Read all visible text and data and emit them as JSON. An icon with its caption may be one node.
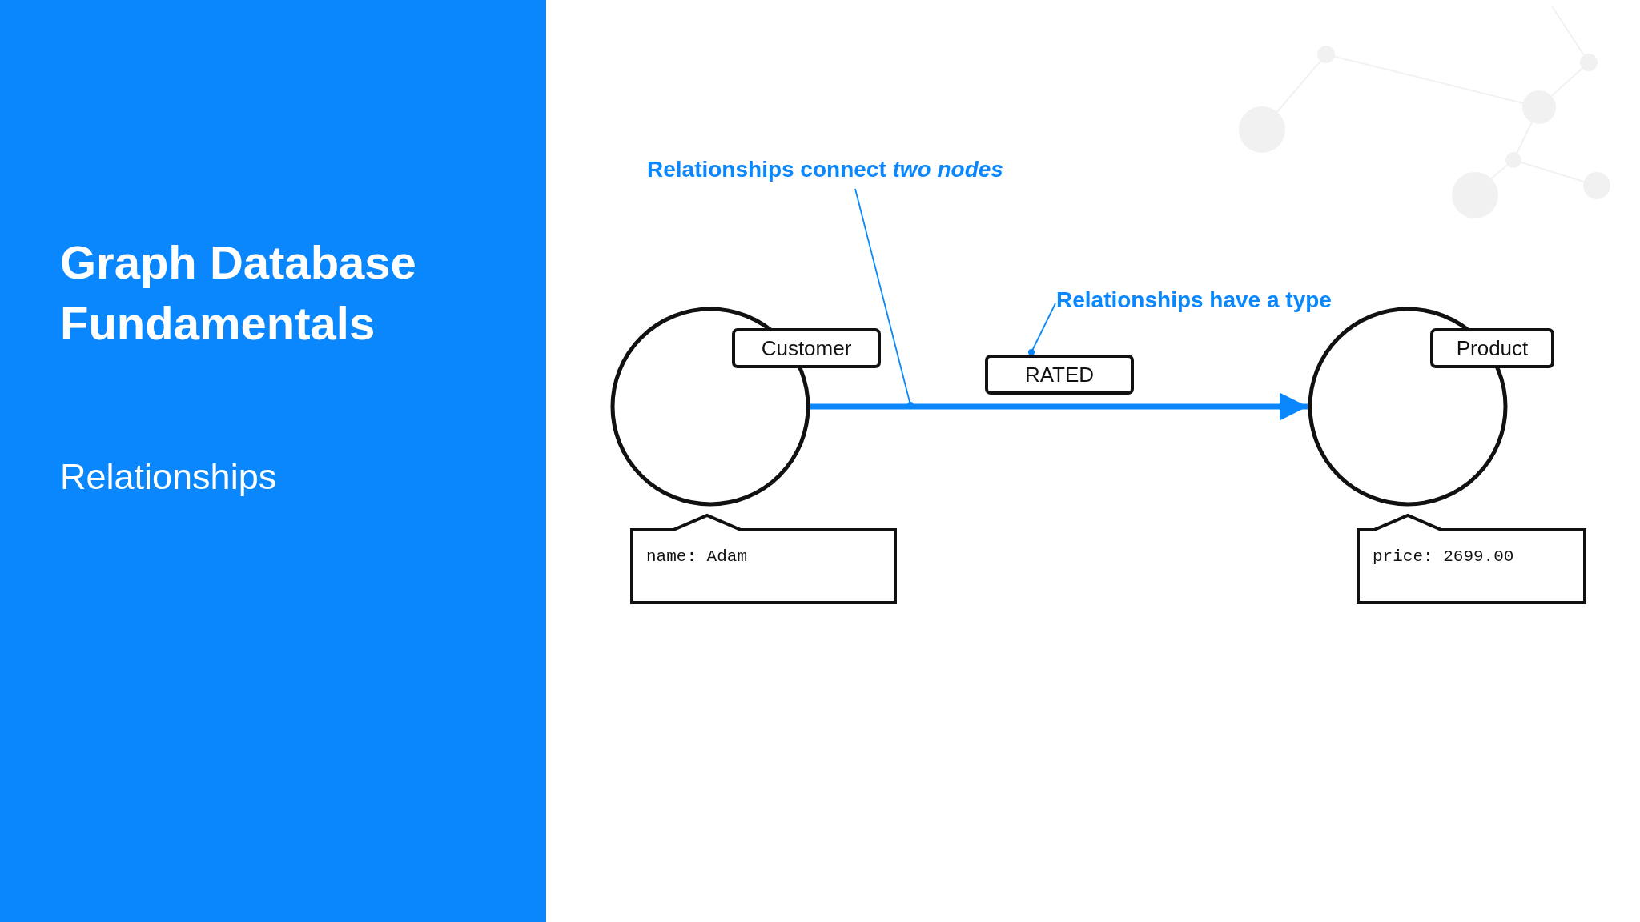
{
  "diagram": {
    "title": "Graph Database Fundamentals",
    "nodes": [
      {
        "text": [],
        "shape": "circle"
      },
      {
        "text": [
          "Customer"
        ]
      },
      {
        "text": [
          "name: Adam"
        ]
      },
      {
        "text": [],
        "shape": "circle"
      },
      {
        "text": [
          "Product"
        ]
      },
      {
        "text": [
          "price: 2699.00"
        ]
      },
      {
        "text": [
          "RATED"
        ]
      },
      {
        "text": [
          "Relationships connect *two nodes*"
        ]
      },
      {
        "text": [
          "Relationships have a **type**"
        ]
      }
    ],
    "edges": [
      {
        "from": 0,
        "to": 3,
        "arrow": "to",
        "style": "thick"
      },
      {
        "from": 7,
        "to": null,
        "arrow": "other"
      },
      {
        "from": 8,
        "to": 6,
        "arrow": "other"
      }
    ],
    "labels": [
      "Relationships"
    ]
  }
}
